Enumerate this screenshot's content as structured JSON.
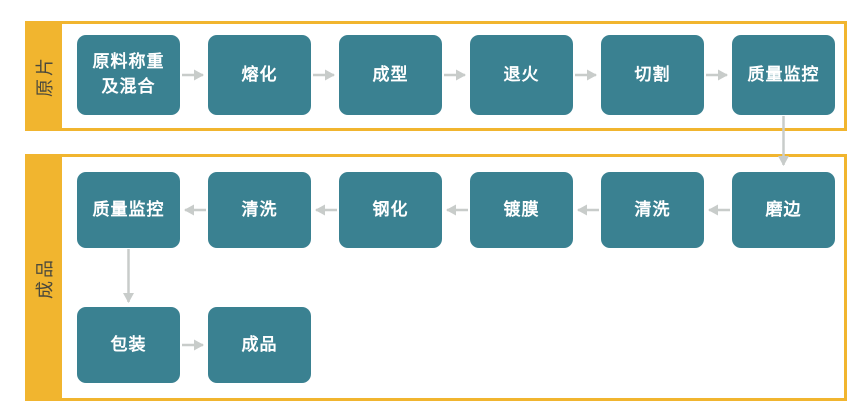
{
  "diagram": {
    "type": "flowchart",
    "description_language": "zh-CN",
    "lanes": [
      {
        "id": "raw-sheet",
        "label": "原片",
        "nodes": [
          "原料称重\n及混合",
          "熔化",
          "成型",
          "退火",
          "切割",
          "质量监控"
        ],
        "flow_direction": "left_to_right"
      },
      {
        "id": "finished-product",
        "label": "成品",
        "rows": [
          {
            "flow_direction": "right_to_left",
            "nodes": [
              "质量监控",
              "清洗",
              "钢化",
              "镀膜",
              "清洗",
              "磨边"
            ]
          },
          {
            "flow_direction": "left_to_right",
            "nodes": [
              "包装",
              "成品"
            ]
          }
        ]
      }
    ],
    "connections": [
      "原料称重及混合 → 熔化",
      "熔化 → 成型",
      "成型 → 退火",
      "退火 → 切割",
      "切割 → 质量监控",
      "质量监控(原片) → 磨边",
      "磨边 → 清洗",
      "清洗 → 镀膜",
      "镀膜 → 钢化",
      "钢化 → 清洗",
      "清洗 → 质量监控(成品)",
      "质量监控(成品) → 包装",
      "包装 → 成品"
    ],
    "colors": {
      "lane_gold": "#F1B52F",
      "node_teal": "#3A8191",
      "node_text": "#FFFFFF",
      "arrow_gray": "#C8CCCA",
      "lane_label_text": "#4B493C",
      "background": "#FFFFFF"
    }
  }
}
